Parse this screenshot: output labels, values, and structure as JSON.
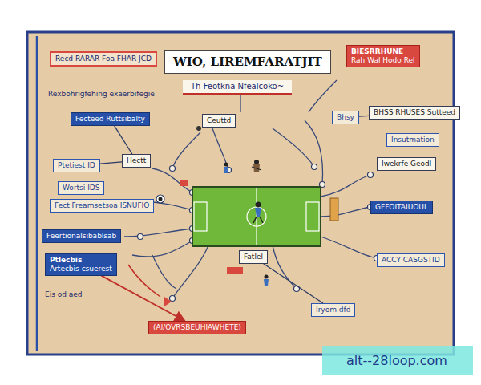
{
  "diagram": {
    "title": "WIO, LIREMFARATJIT",
    "nodes": [
      {
        "text": [
          "Recd RARAR Foa FHAR JCD"
        ]
      },
      {
        "text": [
          "BIESRRHUNE",
          "Rah Wal Hodo Rel"
        ]
      },
      {
        "text": [
          "Bhsy"
        ]
      },
      {
        "text": [
          "BHSS RHUSES Sutteed"
        ]
      },
      {
        "text": [
          "Insutmation"
        ]
      },
      {
        "text": [
          "Iwekrfe Geodl"
        ]
      },
      {
        "text": [
          "GFFOITAIUOUL"
        ]
      },
      {
        "text": [
          "ACCY CASGSTID"
        ]
      },
      {
        "text": [
          "Iryom dfd"
        ]
      },
      {
        "text": [
          "Fecteed Ruttsibalty"
        ]
      },
      {
        "text": [
          "Ptetiest ID"
        ]
      },
      {
        "text": [
          "Hectt"
        ]
      },
      {
        "text": [
          "Wortsi IDS"
        ]
      },
      {
        "text": [
          "Fect Freamsetsoa ISNUFIO"
        ]
      },
      {
        "text": [
          "Feertionalsibablsab"
        ]
      },
      {
        "text": [
          "Ptlecbis",
          "Artecbis csuerest"
        ]
      },
      {
        "text": [
          "(Al/OVRSBEUHIAWHETE)"
        ]
      },
      {
        "text": [
          "Ceuttd"
        ]
      },
      {
        "text": [
          "Fatlel"
        ]
      }
    ],
    "edges": [
      {
        "from": 9,
        "to": 11,
        "arrow": "none"
      },
      {
        "from": 10,
        "to": 11,
        "arrow": "none"
      },
      {
        "from": 2,
        "to": 3,
        "arrow": "none"
      },
      {
        "from": 15,
        "to": 16,
        "arrow": "to"
      },
      {
        "from": 18,
        "to": 8,
        "arrow": "none"
      }
    ],
    "labels": [
      "Th Feotkna Nfealcoko~",
      "Rexbohrigfehing exaerbifegie",
      "Eis od aed",
      "alt--28loop.com"
    ]
  }
}
